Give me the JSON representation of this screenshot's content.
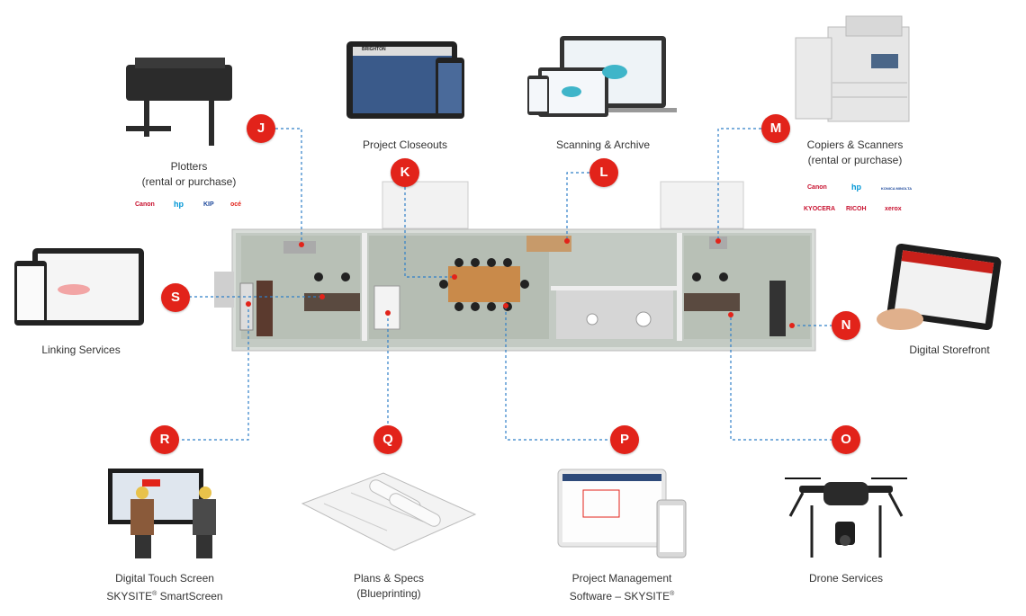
{
  "colors": {
    "accent": "#e2231a",
    "connector": "#2f7fc8"
  },
  "services": {
    "J": {
      "letter": "J",
      "title": "Plotters",
      "subtitle": "(rental or purchase)"
    },
    "K": {
      "letter": "K",
      "title": "Project Closeouts"
    },
    "L": {
      "letter": "L",
      "title": "Scanning & Archive"
    },
    "M": {
      "letter": "M",
      "title": "Copiers & Scanners",
      "subtitle": "(rental or purchase)"
    },
    "N": {
      "letter": "N",
      "title": "Digital Storefront"
    },
    "O": {
      "letter": "O",
      "title": "Drone Services"
    },
    "P": {
      "letter": "P",
      "title": "Project Management",
      "subtitle": "Software – SKYSITE"
    },
    "Q": {
      "letter": "Q",
      "title": "Plans & Specs",
      "subtitle": "(Blueprinting)"
    },
    "R": {
      "letter": "R",
      "title": "Digital Touch Screen",
      "subtitle": "SKYSITE",
      "subtitle_suffix": " SmartScreen"
    },
    "S": {
      "letter": "S",
      "title": "Linking Services"
    }
  },
  "marks": {
    "registered": "®"
  },
  "brands": {
    "plotters": [
      "Canon",
      "hp",
      "KIP",
      "océ"
    ],
    "copiers": [
      "Canon",
      "hp",
      "KONICA MINOLTA",
      "KYOCERA",
      "RICOH",
      "xerox"
    ]
  },
  "tablet_brand": "BRIGHTON"
}
